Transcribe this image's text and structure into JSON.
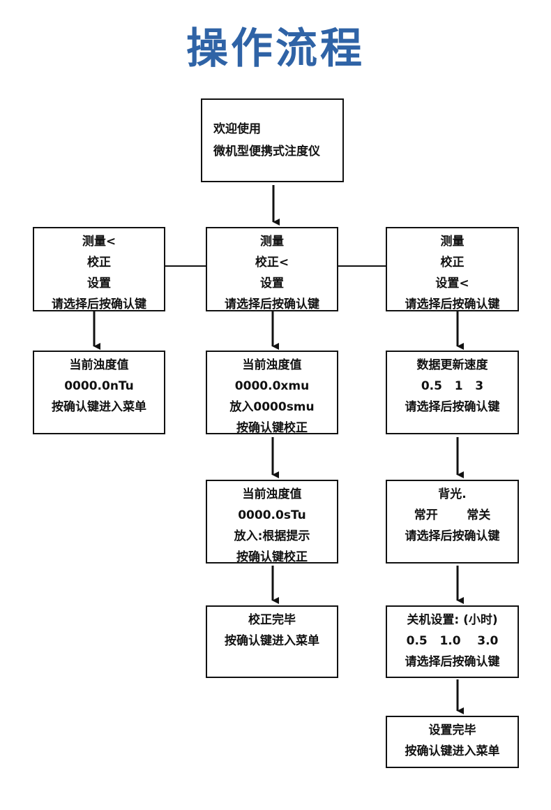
{
  "title": "操作流程",
  "welcome": {
    "lines": [
      "欢迎使用",
      "微机型便携式注度仪"
    ]
  },
  "menus": [
    {
      "lines": [
        "测量<",
        "校正",
        "设置",
        "请选择后按确认键"
      ]
    },
    {
      "lines": [
        "测量",
        "校正<",
        "设置",
        "请选择后按确认键"
      ]
    },
    {
      "lines": [
        "测量",
        "校正",
        "设置<",
        "请选择后按确认键"
      ]
    }
  ],
  "measure": {
    "box1": {
      "lines": [
        "当前浊度值",
        "0000.0nTu",
        "按确认键进入菜单"
      ]
    }
  },
  "calibrate": {
    "box1": {
      "lines": [
        "当前浊度值",
        "0000.0xmu",
        "放入0000smu",
        "按确认键校正"
      ]
    },
    "box2": {
      "lines": [
        "当前浊度值",
        "0000.0sTu",
        "放入:根据提示",
        "按确认键校正"
      ]
    },
    "box3": {
      "lines": [
        "校正完毕",
        "按确认键进入菜单"
      ]
    }
  },
  "settings": {
    "box1": {
      "lines": [
        "数据更新速度",
        "0.5   1   3",
        "请选择后按确认键"
      ]
    },
    "box2": {
      "lines": [
        "背光.",
        "常开       常关",
        "请选择后按确认键"
      ]
    },
    "box3": {
      "lines": [
        "关机设置: (小时)",
        "0.5   1.0    3.0",
        "请选择后按确认键"
      ]
    },
    "box4": {
      "lines": [
        "设置完毕",
        "按确认键进入菜单"
      ]
    }
  },
  "colors": {
    "title": "#2f63a6",
    "stroke": "#111111"
  }
}
